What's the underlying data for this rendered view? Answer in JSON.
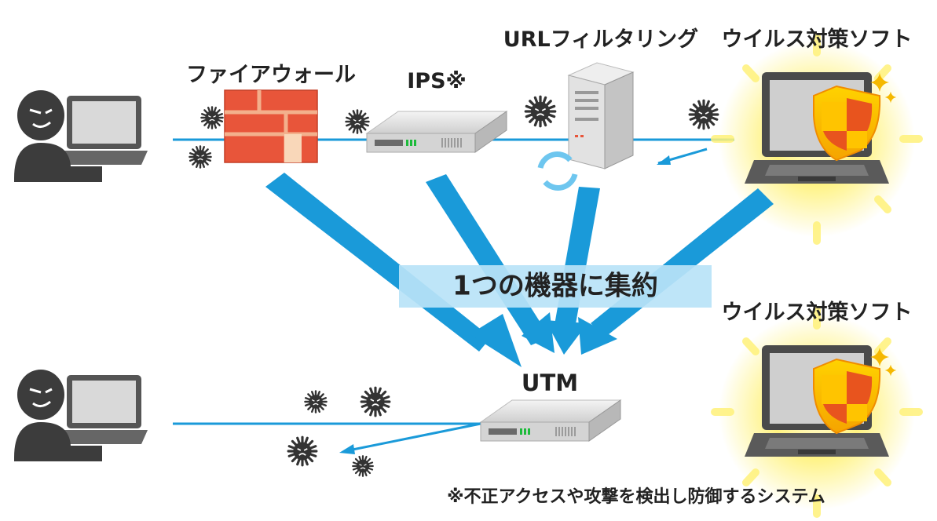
{
  "labels": {
    "firewall": "ファイアウォール",
    "ips": "IPS※",
    "url_filtering": "URLフィルタリング",
    "antivirus_top": "ウイルス対策ソフト",
    "antivirus_bottom": "ウイルス対策ソフト",
    "utm": "UTM",
    "consolidate": "1つの機器に集約",
    "footnote": "※不正アクセスや攻撃を検出し防御するシステム"
  },
  "colors": {
    "line": "#1a9ad9",
    "arrow": "#1a9ad9",
    "banner": "#b9e3f7",
    "person": "#3c3c3c",
    "firewall": "#e8553a",
    "shield": "#f39800",
    "glow": "#fff27a"
  },
  "icons": [
    "person-icon",
    "laptop-icon",
    "firewall-icon",
    "network-appliance-icon",
    "server-icon",
    "virus-icon",
    "shield-icon",
    "sparkle-icon"
  ]
}
